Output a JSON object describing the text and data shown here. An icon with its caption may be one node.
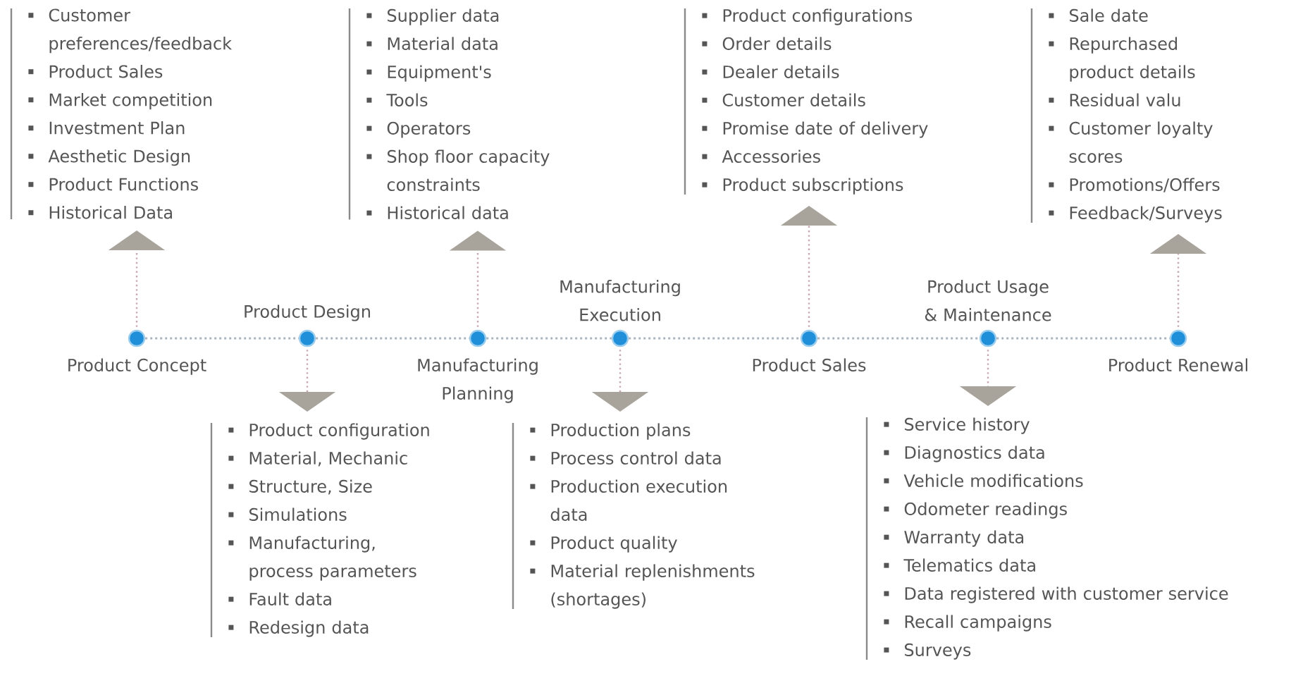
{
  "diagram": {
    "nodes": [
      {
        "text": [],
        "shape": "circle",
        "beside": [
          "Product Concept"
        ]
      },
      {
        "text": [],
        "shape": "circle",
        "beside": [
          "Product Design"
        ]
      },
      {
        "text": [],
        "shape": "circle",
        "beside": [
          "Manufacturing Planning"
        ]
      },
      {
        "text": [],
        "shape": "circle",
        "beside": [
          "Manufacturing Execution"
        ]
      },
      {
        "text": [],
        "shape": "circle",
        "beside": [
          "Product Sales"
        ]
      },
      {
        "text": [],
        "shape": "circle",
        "beside": [
          "Product Usage & Maintenance"
        ]
      },
      {
        "text": [],
        "shape": "circle",
        "beside": [
          "Product Renewal"
        ]
      },
      {
        "text": [
          "Customer preferences/feedback",
          "Product Sales",
          "Market competition",
          "Investment Plan",
          "Aesthetic Design",
          "Product Functions",
          "Historical Data"
        ]
      },
      {
        "text": [
          "Product configuration",
          "Material, Mechanic",
          "Structure, Size",
          "Simulations",
          "Manufacturing, process parameters",
          "Fault data",
          "Redesign data"
        ]
      },
      {
        "text": [
          "Supplier data",
          "Material data",
          "Equipment's",
          "Tools",
          "Operators",
          "Shop floor capacity constraints",
          "Historical data"
        ]
      },
      {
        "text": [
          "Production plans",
          "Process control data",
          "Production execution data",
          "Product quality",
          "Material replenishments (shortages)"
        ]
      },
      {
        "text": [
          "Product configurations",
          "Order details",
          "Dealer details",
          "Customer details",
          "Promise date of delivery",
          "Accessories",
          "Product subscriptions"
        ]
      },
      {
        "text": [
          "Service history",
          "Diagnostics data",
          "Vehicle modifications",
          "Odometer readings",
          "Warranty data",
          "Telematics data",
          "Data registered with customer service",
          "Recall campaigns",
          "Surveys"
        ]
      },
      {
        "text": [
          "Sale date",
          "Repurchased product details",
          "Residual valu",
          "Customer loyalty scores",
          "Promotions/Offers",
          "Feedback/Surveys"
        ]
      }
    ],
    "edges": [
      {
        "from": 0,
        "to": 1,
        "arrow": "none"
      },
      {
        "from": 1,
        "to": 2,
        "arrow": "none"
      },
      {
        "from": 2,
        "to": 3,
        "arrow": "none"
      },
      {
        "from": 3,
        "to": 4,
        "arrow": "none"
      },
      {
        "from": 4,
        "to": 5,
        "arrow": "none"
      },
      {
        "from": 5,
        "to": 6,
        "arrow": "none"
      },
      {
        "from": 0,
        "to": 7,
        "arrow": "to"
      },
      {
        "from": 1,
        "to": 8,
        "arrow": "to"
      },
      {
        "from": 2,
        "to": 9,
        "arrow": "to"
      },
      {
        "from": 3,
        "to": 10,
        "arrow": "to"
      },
      {
        "from": 4,
        "to": 11,
        "arrow": "to"
      },
      {
        "from": 5,
        "to": 12,
        "arrow": "to"
      },
      {
        "from": 6,
        "to": 13,
        "arrow": "to"
      }
    ]
  }
}
